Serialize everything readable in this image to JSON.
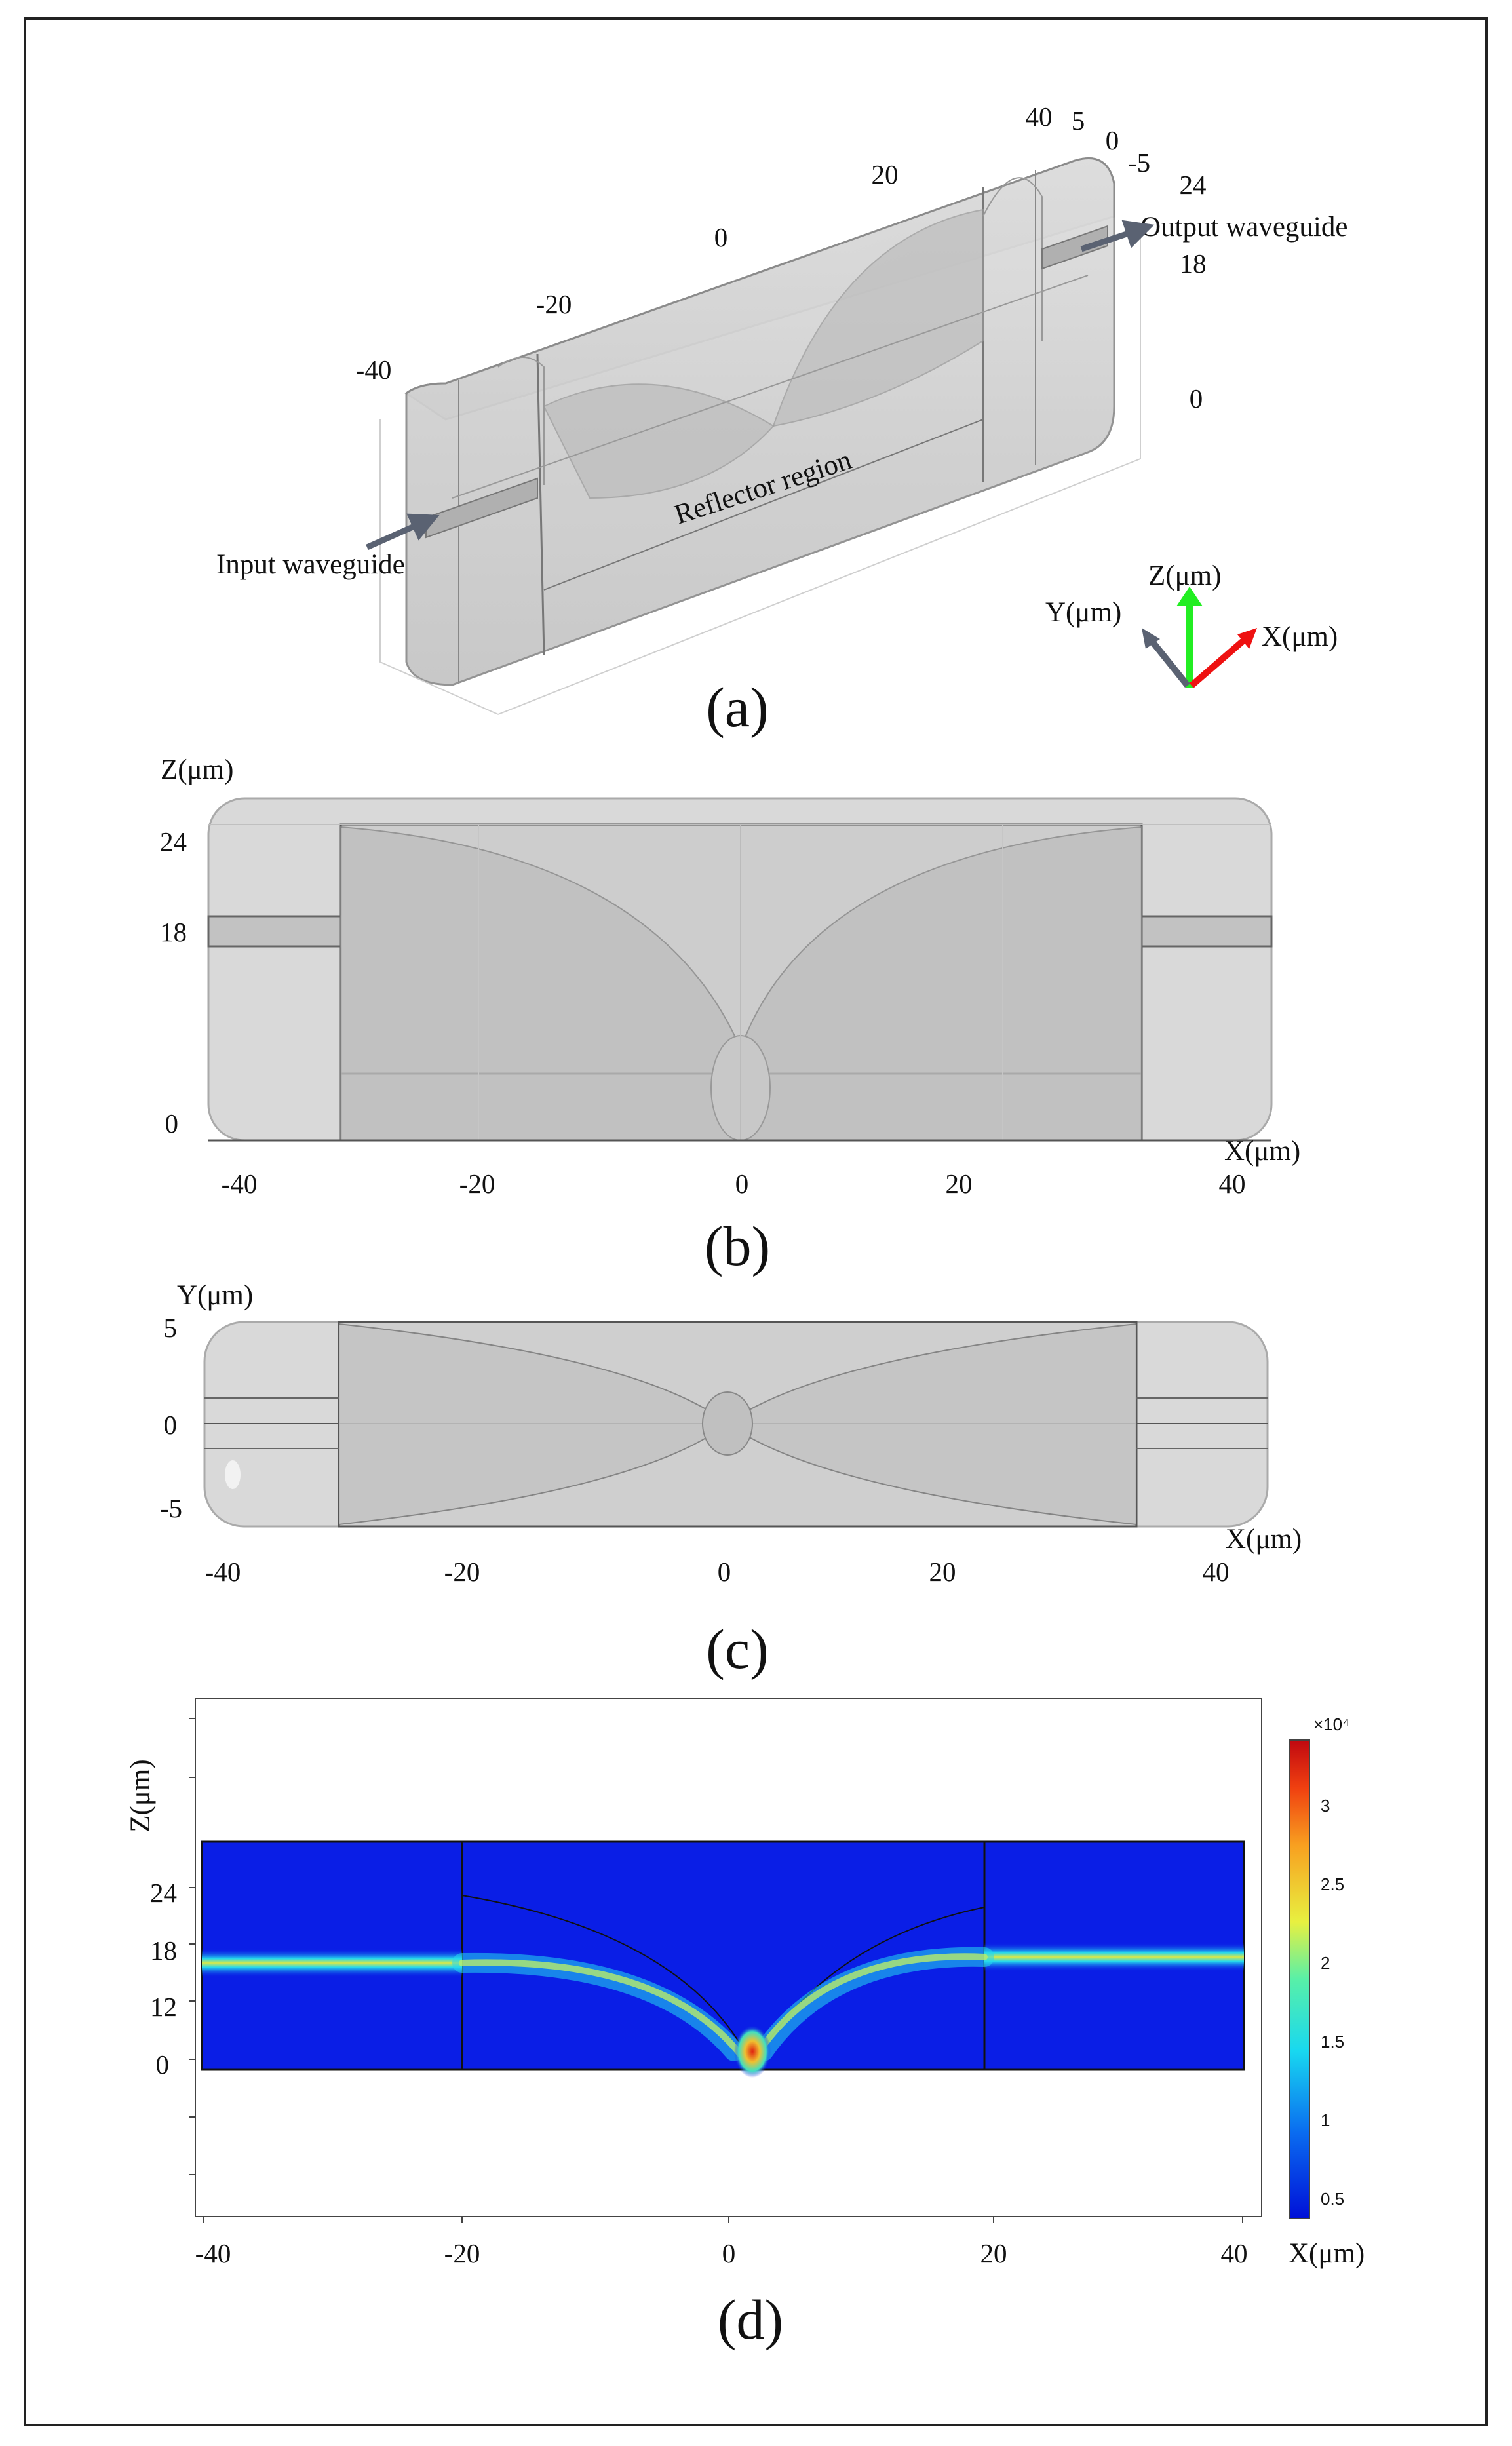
{
  "panel_a": {
    "caption": "(a)",
    "x_ticks": [
      "-40",
      "-20",
      "0",
      "20",
      "40"
    ],
    "y_ticks": [
      "5",
      "0",
      "-5"
    ],
    "z_ticks": [
      "24",
      "18",
      "0"
    ],
    "input_label": "Input waveguide",
    "output_label": "Output waveguide",
    "reflector_label": "Reflector region",
    "axes": {
      "z": "Z(μm)",
      "y": "Y(μm)",
      "x": "X(μm)"
    },
    "axis_colors": {
      "z": "#22ee22",
      "y": "#5a6272",
      "x": "#ee1111"
    }
  },
  "panel_b": {
    "caption": "(b)",
    "ylabel": "Z(μm)",
    "xlabel": "X(μm)",
    "y_ticks": [
      "24",
      "18",
      "0"
    ],
    "x_ticks": [
      "-40",
      "-20",
      "0",
      "20",
      "40"
    ]
  },
  "panel_c": {
    "caption": "(c)",
    "ylabel": "Y(μm)",
    "xlabel": "X(μm)",
    "y_ticks": [
      "5",
      "0",
      "-5"
    ],
    "x_ticks": [
      "-40",
      "-20",
      "0",
      "20",
      "40"
    ]
  },
  "panel_d": {
    "caption": "(d)",
    "ylabel": "Z(μm)",
    "xlabel": "X(μm)",
    "y_ticks": [
      "24",
      "18",
      "12",
      "0"
    ],
    "x_ticks": [
      "-40",
      "-20",
      "0",
      "20",
      "40"
    ],
    "colorbar_multiplier": "×10⁴",
    "colorbar_ticks": [
      "3",
      "2.5",
      "2",
      "1.5",
      "1",
      "0.5"
    ],
    "colors": {
      "background": "#0a1ee6",
      "frame": "#111111"
    }
  }
}
